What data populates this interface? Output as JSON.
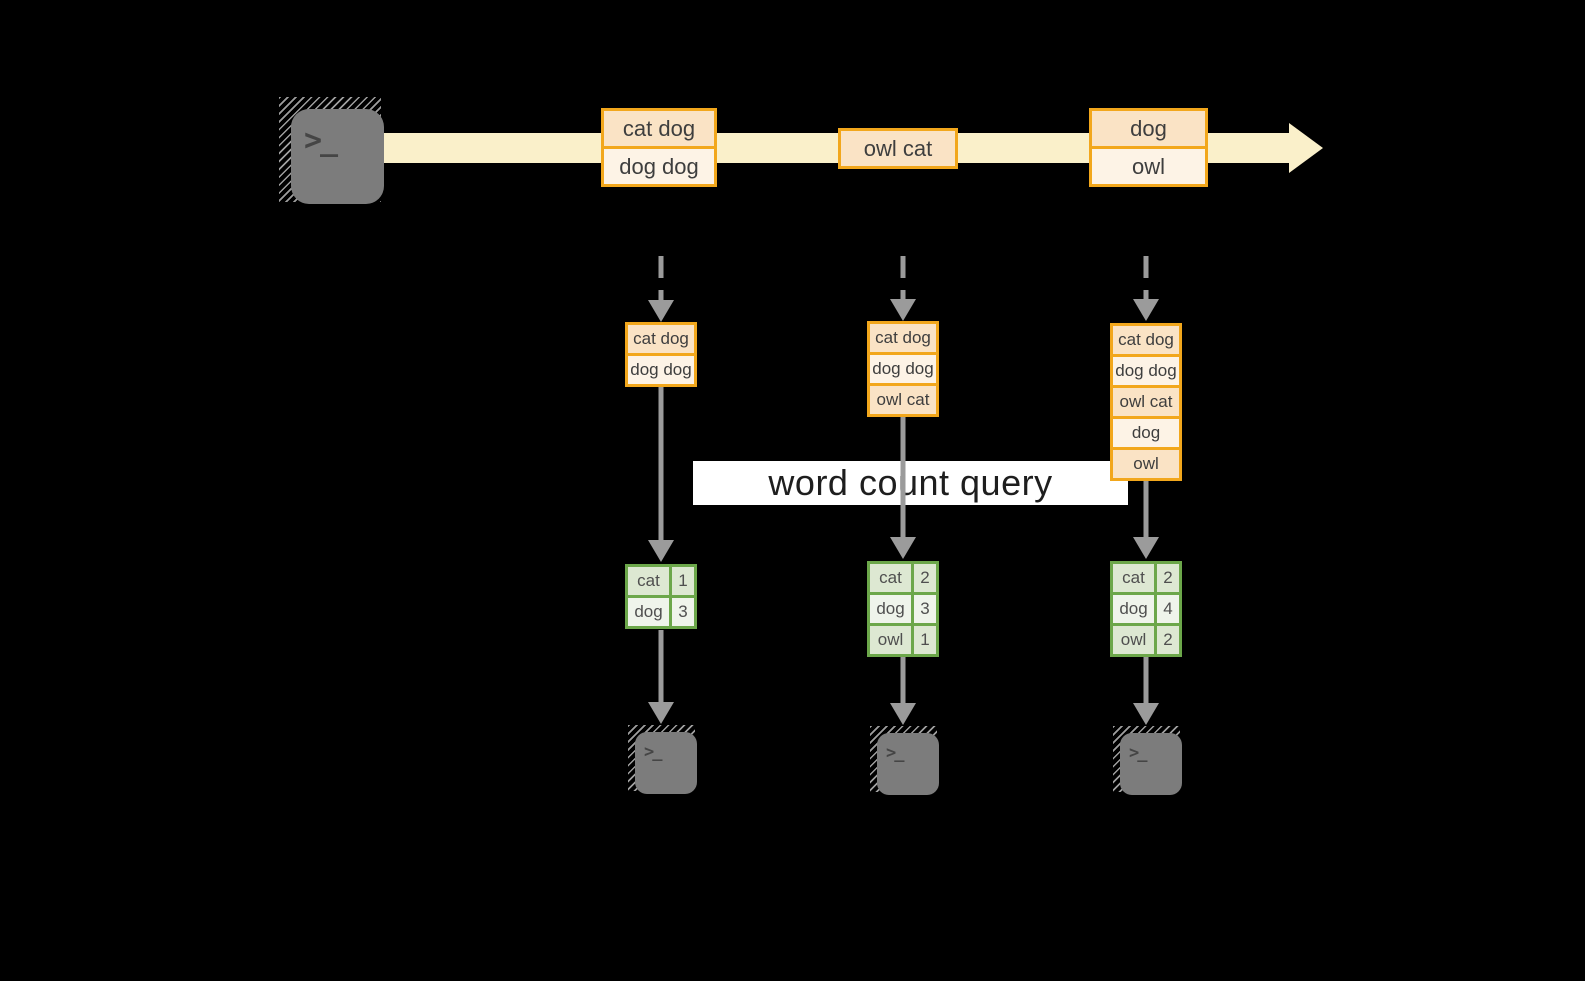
{
  "banner": {
    "label": "word count query"
  },
  "source_terminal": {
    "glyph": ">_"
  },
  "stream_messages": [
    {
      "cells": [
        "cat dog",
        "dog dog"
      ]
    },
    {
      "cells": [
        "owl cat"
      ]
    },
    {
      "cells": [
        "dog",
        "owl"
      ]
    }
  ],
  "pipelines": [
    {
      "buffer": [
        "cat dog",
        "dog dog"
      ],
      "counts": [
        {
          "word": "cat",
          "value": "1"
        },
        {
          "word": "dog",
          "value": "3"
        }
      ],
      "terminal_glyph": ">_"
    },
    {
      "buffer": [
        "cat dog",
        "dog dog",
        "owl cat"
      ],
      "counts": [
        {
          "word": "cat",
          "value": "2"
        },
        {
          "word": "dog",
          "value": "3"
        },
        {
          "word": "owl",
          "value": "1"
        }
      ],
      "terminal_glyph": ">_"
    },
    {
      "buffer": [
        "cat dog",
        "dog dog",
        "owl cat",
        "dog",
        "owl"
      ],
      "counts": [
        {
          "word": "cat",
          "value": "2"
        },
        {
          "word": "dog",
          "value": "4"
        },
        {
          "word": "owl",
          "value": "2"
        }
      ],
      "terminal_glyph": ">_"
    }
  ],
  "colors": {
    "background": "#000000",
    "stream_arrow": "#FAF0CA",
    "message_border": "#F2A71C",
    "message_fill_dark": "#FAE3C5",
    "message_fill_light": "#FDF3E6",
    "table_border": "#6CA74A",
    "table_fill_dark": "#DDE8D2",
    "table_fill_light": "#EFF4EB",
    "flow_arrow_gray": "#9B9B9B",
    "terminal_gray": "#7C7C7C",
    "banner_bg": "#FFFFFF"
  }
}
